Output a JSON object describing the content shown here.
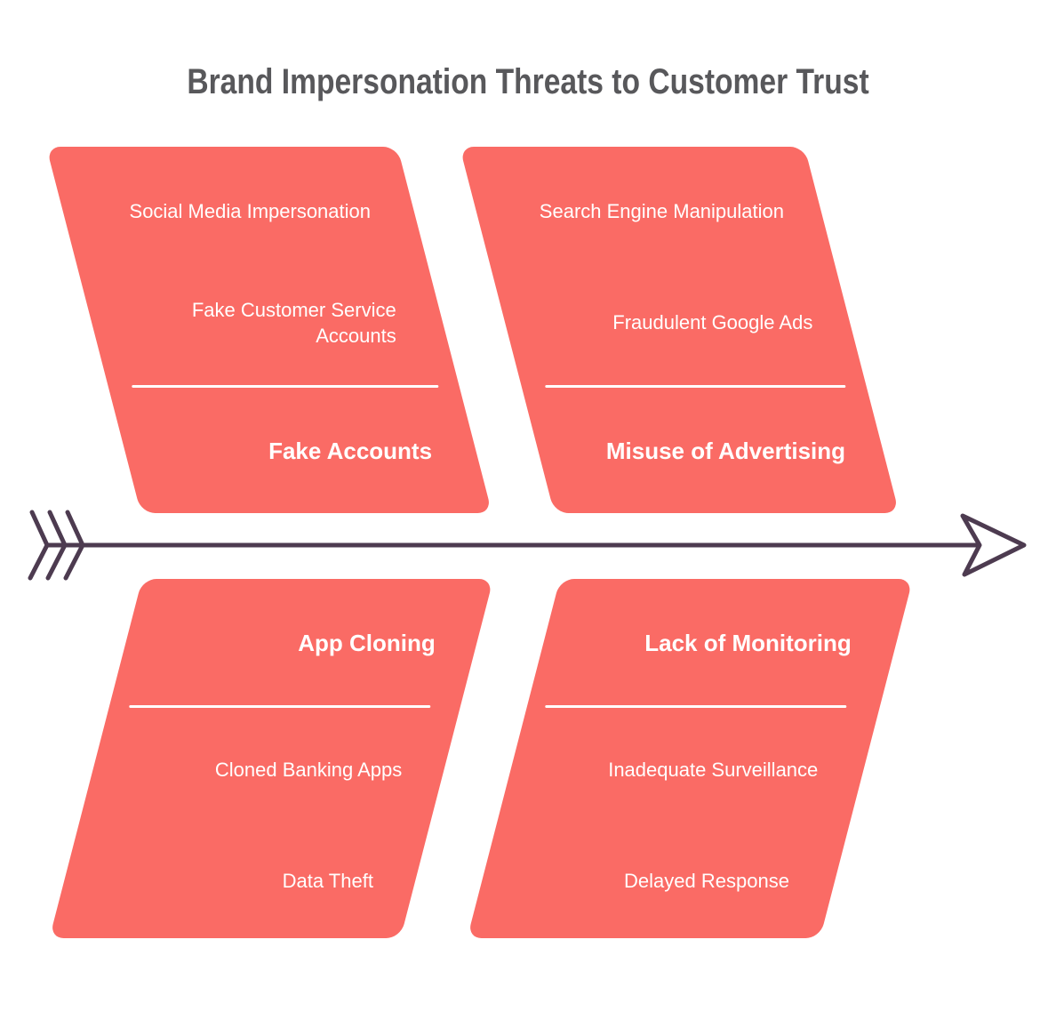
{
  "title": {
    "text": "Brand Impersonation Threats to Customer Trust"
  },
  "palette": {
    "branch_fill": "#FA6B65",
    "branch_text": "#FFFFFF",
    "arrow_stroke": "#4D3B50",
    "title_color": "#58585B",
    "background": "#FFFFFF"
  },
  "spine": {
    "type": "fishbone-arrow",
    "direction": "right"
  },
  "branches": [
    {
      "id": "fake-accounts",
      "position": "top-left",
      "category": "Fake Accounts",
      "items": [
        "Social Media Impersonation",
        "Fake Customer Service Accounts"
      ]
    },
    {
      "id": "misuse-of-advertising",
      "position": "top-right",
      "category": "Misuse of Advertising",
      "items": [
        "Search Engine Manipulation",
        "Fraudulent Google Ads"
      ]
    },
    {
      "id": "app-cloning",
      "position": "bottom-left",
      "category": "App Cloning",
      "items": [
        "Cloned Banking Apps",
        "Data Theft"
      ]
    },
    {
      "id": "lack-of-monitoring",
      "position": "bottom-right",
      "category": "Lack of Monitoring",
      "items": [
        "Inadequate Surveillance",
        "Delayed Response"
      ]
    }
  ]
}
